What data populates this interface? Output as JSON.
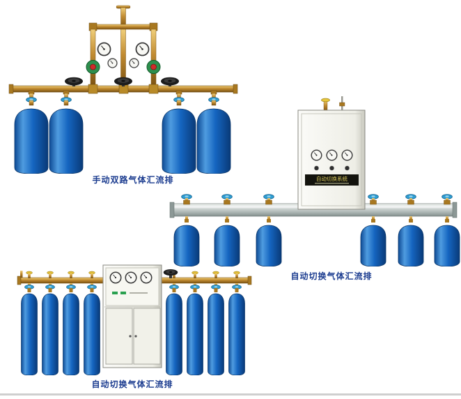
{
  "page": {
    "background_color": "#ffffff",
    "caption_color": "#1a3b8f"
  },
  "products": [
    {
      "caption": "手动双路气体汇流排",
      "cylinder_count": 4,
      "gauge_count": 4,
      "hand_valve_count": 3,
      "colors": {
        "pipe": "#c08a30",
        "cylinder": "#1565c0",
        "valve_wheel": "#2e9ed2",
        "regulator": "#2d8f4e"
      }
    },
    {
      "caption": "自动切换气体汇流排",
      "cabinet_label": "自动切换系统",
      "cylinder_count": 6,
      "gauge_count": 3,
      "colors": {
        "rail": "#c2cac8",
        "cylinder": "#1565c0",
        "cabinet": "#f5f5ef",
        "valve_wheel": "#2e9ed2"
      }
    },
    {
      "caption": "自动切换气体汇流排",
      "cylinder_count": 8,
      "gauge_count": 3,
      "colors": {
        "pipe": "#c08a30",
        "cylinder": "#1565c0",
        "cabinet": "#f5f5ef",
        "valve_wheel": "#2e9ed2"
      }
    }
  ]
}
